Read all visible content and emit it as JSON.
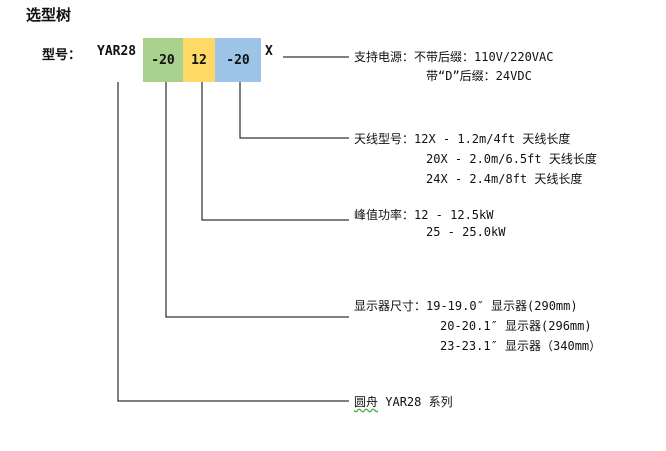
{
  "title": "选型树",
  "model": {
    "label": "型号：",
    "prefix": "YAR28",
    "segments": [
      {
        "text": "-20",
        "color": "#a9d18e"
      },
      {
        "text": "12",
        "color": "#ffd966"
      },
      {
        "text": "-20",
        "color": "#9dc3e6"
      }
    ],
    "suffix": "X"
  },
  "annotations": {
    "power": {
      "line1": "支持电源：不带后缀：110V/220VAC",
      "line2": "带“D”后缀：24VDC"
    },
    "antenna": {
      "line1": "天线型号：12X - 1.2m/4ft 天线长度",
      "line2": "20X - 2.0m/6.5ft 天线长度",
      "line3": "24X - 2.4m/8ft 天线长度"
    },
    "peak_power": {
      "line1": "峰值功率：12 - 12.5kW",
      "line2": "25 - 25.0kW"
    },
    "display": {
      "line1": "显示器尺寸：19-19.0″  显示器(290mm)",
      "line2": "20-20.1″  显示器(296mm)",
      "line3": "23-23.1″  显示器（340mm）"
    },
    "series": {
      "brand": "圆舟",
      "rest": " YAR28 系列"
    }
  },
  "line_color": "#000000"
}
